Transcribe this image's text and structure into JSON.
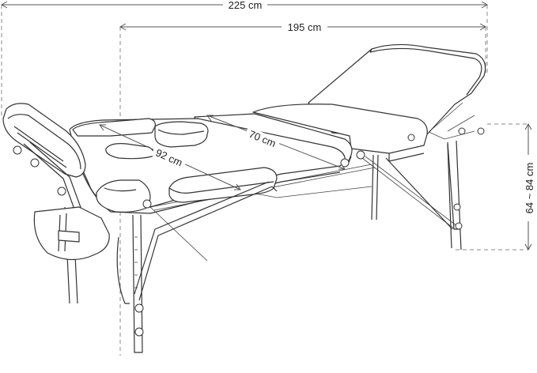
{
  "dimensions": {
    "total_length": "225 cm",
    "table_length": "195 cm",
    "section_length": "70 cm",
    "table_width": "92 cm",
    "height_range": "64 ~ 84 cm"
  }
}
